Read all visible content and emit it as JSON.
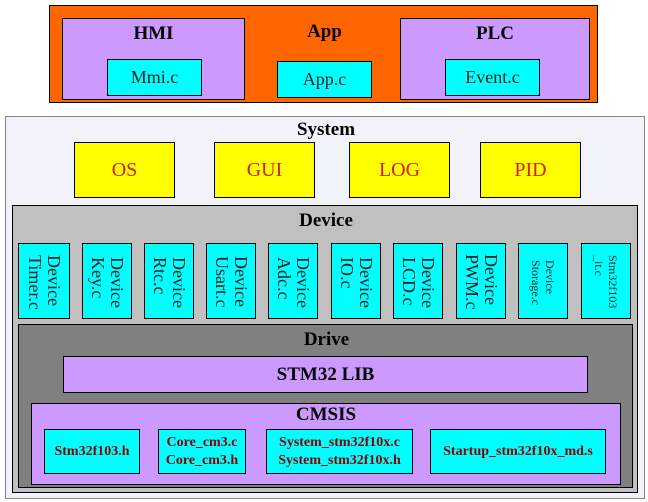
{
  "app": {
    "title": "App",
    "hmi": {
      "title": "HMI",
      "file": "Mmi.c"
    },
    "center_file": "App.c",
    "plc": {
      "title": "PLC",
      "file": "Event.c"
    }
  },
  "system": {
    "title": "System",
    "modules": [
      "OS",
      "GUI",
      "LOG",
      "PID"
    ]
  },
  "device": {
    "title": "Device",
    "files": [
      "Device\nTimer.c",
      "Device\nKey.c",
      "Device\nRtc.c",
      "Device\nUsart.c",
      "Device\nAdc.c",
      "Device\nIO.c",
      "Device\nLCD.c",
      "Device\nPWM.c",
      "Device\nStorage.c",
      "Stm32f103\n_it.c"
    ]
  },
  "drive": {
    "title": "Drive",
    "lib": "STM32 LIB",
    "cmsis": {
      "title": "CMSIS",
      "files": [
        "Stm32f103.h",
        "Core_cm3.c\nCore_cm3.h",
        "System_stm32f10x.c\nSystem_stm32f10x.h",
        "Startup_stm32f10x_md.s"
      ]
    }
  },
  "colors": {
    "app_bg": "#ff6600",
    "purple": "#cc99ff",
    "cyan": "#00ffff",
    "yellow": "#ffff00",
    "system_bg": "#f2f2fa",
    "device_bg": "#c0c0c0",
    "drive_bg": "#808080"
  }
}
